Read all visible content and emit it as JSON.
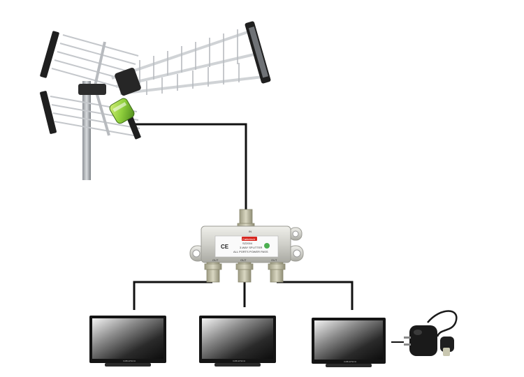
{
  "splitter": {
    "brand": "Cabletech",
    "model": "SZ2004",
    "type": "3-WAY SPLITTER",
    "note": "ALL PORTS POWER PASS",
    "ce_mark": "CE",
    "port_in": "IN",
    "port_out_1": "OUT",
    "port_out_2": "OUT",
    "port_out_3": "OUT"
  },
  "tvs": {
    "brand": "CABLETECH"
  },
  "colors": {
    "cable": "#111111",
    "splitter_body": "#cfcfc9",
    "connector": "#b9b79e",
    "antenna_rod": "#c9ccd0",
    "amplifier": "#8fcf3c",
    "tv_frame": "#141414",
    "adapter": "#1a1a1a"
  }
}
